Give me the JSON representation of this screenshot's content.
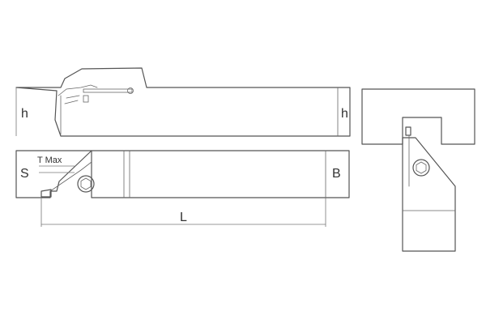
{
  "labels": {
    "h_side": "h",
    "h_end": "h",
    "s": "S",
    "b": "B",
    "t_max": "T Max",
    "l": "L"
  },
  "colors": {
    "line": "#555555",
    "text": "#333333"
  }
}
